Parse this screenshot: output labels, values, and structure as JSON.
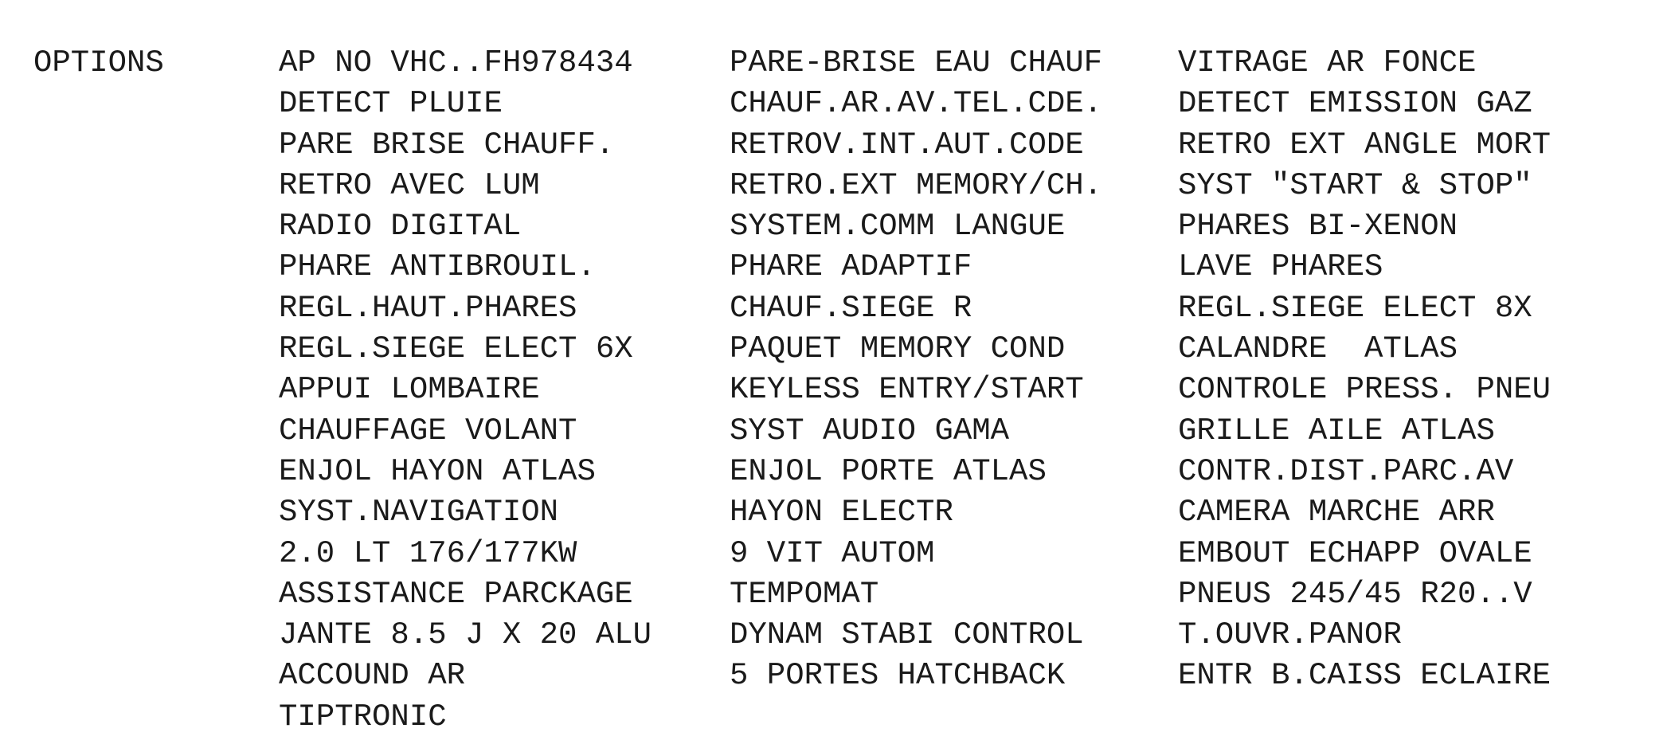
{
  "section": {
    "label": "OPTIONS"
  },
  "columns": [
    {
      "items": [
        "AP NO VHC..FH978434",
        "DETECT PLUIE",
        "PARE BRISE CHAUFF.",
        "RETRO AVEC LUM",
        "RADIO DIGITAL",
        "PHARE ANTIBROUIL.",
        "REGL.HAUT.PHARES",
        "REGL.SIEGE ELECT 6X",
        "APPUI LOMBAIRE",
        "CHAUFFAGE VOLANT",
        "ENJOL HAYON ATLAS",
        "SYST.NAVIGATION",
        "2.0 LT 176/177KW",
        "ASSISTANCE PARCKAGE",
        "JANTE 8.5 J X 20 ALU",
        "ACCOUND AR",
        "TIPTRONIC"
      ]
    },
    {
      "items": [
        "PARE-BRISE EAU CHAUF",
        "CHAUF.AR.AV.TEL.CDE.",
        "RETROV.INT.AUT.CODE",
        "RETRO.EXT MEMORY/CH.",
        "SYSTEM.COMM LANGUE",
        "PHARE ADAPTIF",
        "CHAUF.SIEGE R",
        "PAQUET MEMORY COND",
        "KEYLESS ENTRY/START",
        "SYST AUDIO GAMA",
        "ENJOL PORTE ATLAS",
        "HAYON ELECTR",
        "9 VIT AUTOM",
        "TEMPOMAT",
        "DYNAM STABI CONTROL",
        "5 PORTES HATCHBACK"
      ]
    },
    {
      "items": [
        "VITRAGE AR FONCE",
        "DETECT EMISSION GAZ",
        "RETRO EXT ANGLE MORT",
        "SYST \"START & STOP\"",
        "PHARES BI-XENON",
        "LAVE PHARES",
        "REGL.SIEGE ELECT 8X",
        "CALANDRE  ATLAS",
        "CONTROLE PRESS. PNEU",
        "GRILLE AILE ATLAS",
        "CONTR.DIST.PARC.AV",
        "CAMERA MARCHE ARR",
        "EMBOUT ECHAPP OVALE",
        "PNEUS 245/45 R20..V",
        "T.OUVR.PANOR",
        "ENTR B.CAISS ECLAIRE"
      ]
    }
  ]
}
